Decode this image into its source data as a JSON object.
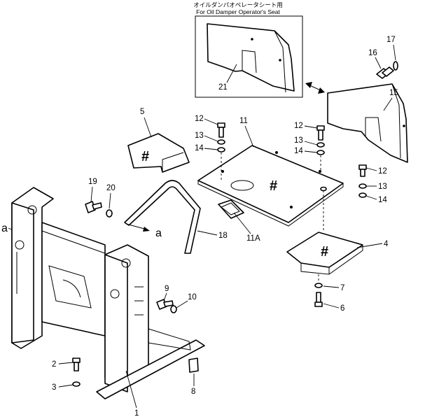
{
  "inset": {
    "title_jp": "オイルダンパオペレータシート用",
    "title_en": "For Oil Damper Operator's Seat"
  },
  "marks": {
    "hash": "#",
    "arrow_ref": "a"
  },
  "callouts": [
    {
      "id": "1",
      "label": "1"
    },
    {
      "id": "2",
      "label": "2"
    },
    {
      "id": "3",
      "label": "3"
    },
    {
      "id": "4",
      "label": "4"
    },
    {
      "id": "5",
      "label": "5"
    },
    {
      "id": "6",
      "label": "6"
    },
    {
      "id": "7",
      "label": "7"
    },
    {
      "id": "8",
      "label": "8"
    },
    {
      "id": "9",
      "label": "9"
    },
    {
      "id": "10",
      "label": "10"
    },
    {
      "id": "11",
      "label": "11"
    },
    {
      "id": "11A",
      "label": "11A"
    },
    {
      "id": "12a",
      "label": "12"
    },
    {
      "id": "12b",
      "label": "12"
    },
    {
      "id": "12c",
      "label": "12"
    },
    {
      "id": "13a",
      "label": "13"
    },
    {
      "id": "13b",
      "label": "13"
    },
    {
      "id": "13c",
      "label": "13"
    },
    {
      "id": "14a",
      "label": "14"
    },
    {
      "id": "14b",
      "label": "14"
    },
    {
      "id": "14c",
      "label": "14"
    },
    {
      "id": "15",
      "label": "15"
    },
    {
      "id": "16",
      "label": "16"
    },
    {
      "id": "17",
      "label": "17"
    },
    {
      "id": "18",
      "label": "18"
    },
    {
      "id": "19",
      "label": "19"
    },
    {
      "id": "20",
      "label": "20"
    },
    {
      "id": "21",
      "label": "21"
    }
  ]
}
